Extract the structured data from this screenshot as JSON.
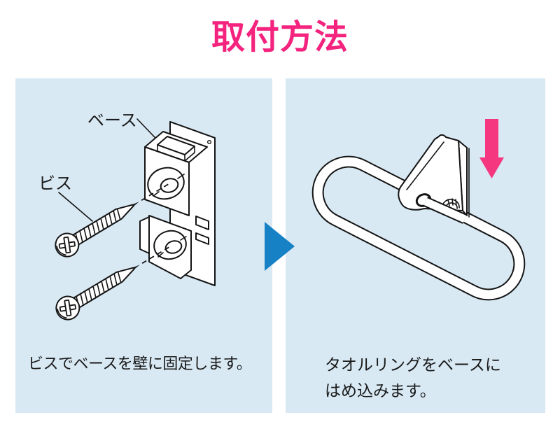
{
  "title": "取付方法",
  "colors": {
    "pink": "#F3237E",
    "arrow-pink": "#F5377F",
    "panel-bg": "#D8E9F4",
    "arrow-blue": "#1781C6",
    "ink": "#1A1A1A",
    "line": "#141414"
  },
  "step1": {
    "labels": {
      "base": "ベース",
      "screw": "ビス"
    },
    "caption": "ビスでベースを壁に固定します。"
  },
  "step2": {
    "caption_line1": "タオルリングをベースに",
    "caption_line2": "はめ込みます。"
  },
  "icons": {
    "next_step": "right-triangle-arrow",
    "push_direction": "down-arrow"
  }
}
